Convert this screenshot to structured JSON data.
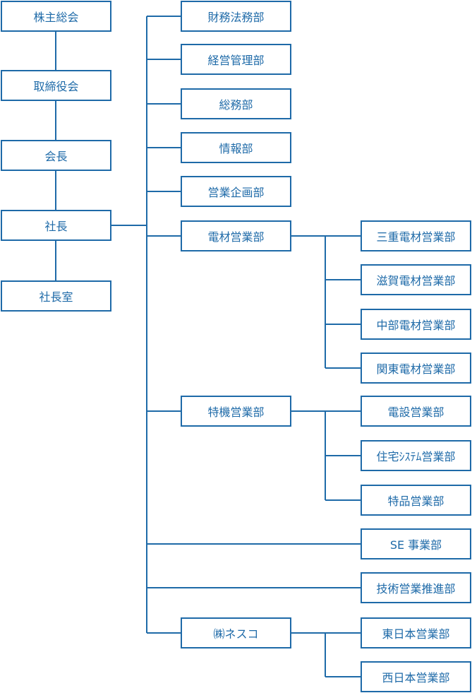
{
  "org": {
    "shareholders": "株主総会",
    "board": "取締役会",
    "chairman": "会長",
    "president": "社長",
    "president_office": "社長室",
    "finance_legal": "財務法務部",
    "management": "経営管理部",
    "general_affairs": "総務部",
    "information": "情報部",
    "sales_planning": "営業企画部",
    "electrical_materials": "電材営業部",
    "mie": "三重電材営業部",
    "shiga": "滋賀電材営業部",
    "chubu": "中部電材営業部",
    "kanto": "関東電材営業部",
    "special_machinery": "特機営業部",
    "electrical_equipment": "電設営業部",
    "housing_systems": "住宅ｼｽﾃﾑ営業部",
    "special_products": "特品営業部",
    "se": "SE 事業部",
    "technical_sales": "技術営業推進部",
    "nesco": "㈱ネスコ",
    "east_japan": "東日本営業部",
    "west_japan": "西日本営業部"
  },
  "colors": {
    "line": "#1e6aa8",
    "text": "#1e6aa8",
    "background": "#ffffff"
  }
}
